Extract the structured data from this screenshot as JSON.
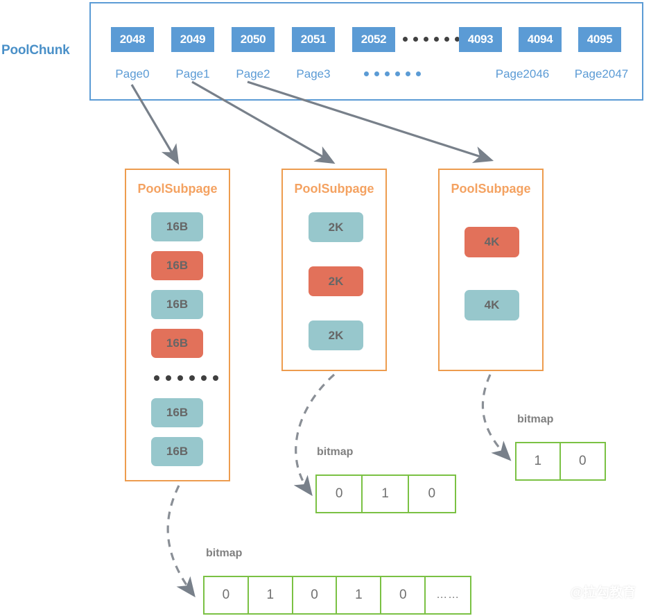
{
  "chunk": {
    "label": "PoolChunk",
    "indices": [
      "2048",
      "2049",
      "2050",
      "2051",
      "2052",
      "4093",
      "4094",
      "4095"
    ],
    "pages": [
      "Page0",
      "Page1",
      "Page2",
      "Page3",
      "Page2046",
      "Page2047"
    ],
    "ellipsis_dot_count": 6,
    "border_color": "#5b9bd5",
    "cell_color": "#5b9bd5",
    "label_color": "#4a90c8"
  },
  "subpages": [
    {
      "title": "PoolSubpage",
      "blocks": [
        {
          "label": "16B",
          "state": "free"
        },
        {
          "label": "16B",
          "state": "used"
        },
        {
          "label": "16B",
          "state": "free"
        },
        {
          "label": "16B",
          "state": "used"
        },
        {
          "label": "16B",
          "state": "free"
        },
        {
          "label": "16B",
          "state": "free"
        }
      ],
      "has_ellipsis": true,
      "ellipsis_after_index": 4,
      "ellipsis_dot_count": 6
    },
    {
      "title": "PoolSubpage",
      "blocks": [
        {
          "label": "2K",
          "state": "free"
        },
        {
          "label": "2K",
          "state": "used"
        },
        {
          "label": "2K",
          "state": "free"
        }
      ],
      "has_ellipsis": false
    },
    {
      "title": "PoolSubpage",
      "blocks": [
        {
          "label": "4K",
          "state": "used"
        },
        {
          "label": "4K",
          "state": "free"
        }
      ],
      "has_ellipsis": false
    }
  ],
  "bitmaps": [
    {
      "label": "bitmap",
      "cells": [
        "0",
        "1",
        "0",
        "1",
        "0",
        "……"
      ]
    },
    {
      "label": "bitmap",
      "cells": [
        "0",
        "1",
        "0"
      ]
    },
    {
      "label": "bitmap",
      "cells": [
        "1",
        "0"
      ]
    }
  ],
  "colors": {
    "free_block": "#97c7cc",
    "used_block": "#e2715a",
    "subpage_border": "#ed9c4e",
    "subpage_title": "#f4a261",
    "bitmap_border": "#7ac143",
    "arrow": "#78808a"
  },
  "watermark": "@拉勾教育"
}
